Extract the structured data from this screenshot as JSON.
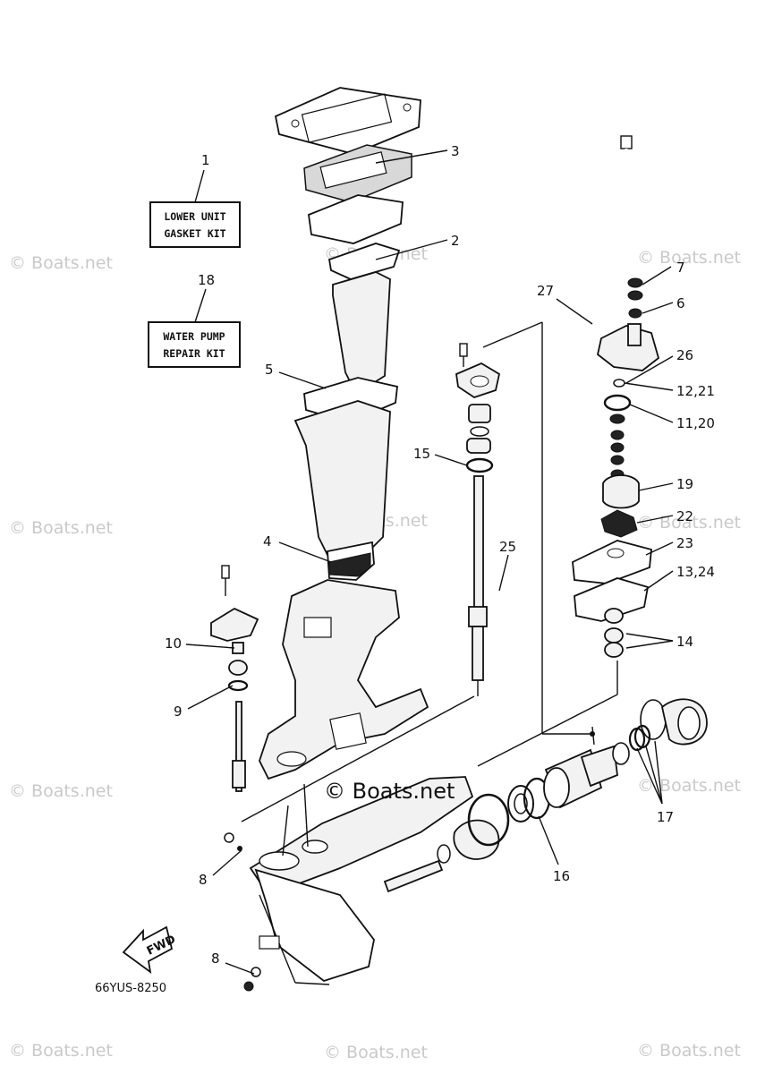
{
  "diagram": {
    "drawing_code": "66YUS-8250",
    "fwd_label": "FWD",
    "watermark_text": "© Boats.net",
    "kits": {
      "gasket": {
        "number": "1",
        "line1": "LOWER UNIT",
        "line2": "GASKET KIT"
      },
      "waterpump": {
        "number": "18",
        "line1": "WATER PUMP",
        "line2": "REPAIR KIT"
      }
    },
    "callouts": {
      "c2": "2",
      "c3": "3",
      "c4": "4",
      "c5": "5",
      "c6": "6",
      "c7": "7",
      "c8a": "8",
      "c8b": "8",
      "c9": "9",
      "c10": "10",
      "c11": "11,20",
      "c12": "12,21",
      "c13": "13,24",
      "c14": "14",
      "c15": "15",
      "c16": "16",
      "c17": "17",
      "c19": "19",
      "c22": "22",
      "c23": "23",
      "c25": "25",
      "c26": "26",
      "c27": "27"
    }
  }
}
